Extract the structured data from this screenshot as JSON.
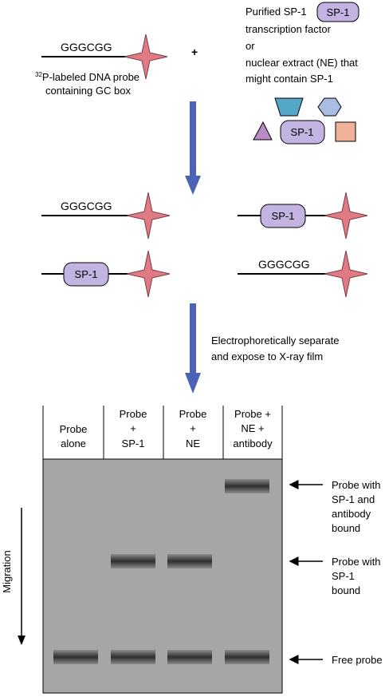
{
  "top": {
    "probe_sequence": "GGGCGG",
    "probe_caption_line1_sup": "32",
    "probe_caption_line1_rest": "P-labeled DNA probe",
    "probe_caption_line2": "containing GC box",
    "plus_sign": "+",
    "factor_text_line1": "Purified SP-1",
    "factor_badge": "SP-1",
    "factor_text_line2": "transcription factor",
    "factor_text_line3": "or",
    "factor_text_line4": "nuclear extract (NE) that",
    "factor_text_line5": "might contain SP-1",
    "extract_sp1_label": "SP-1"
  },
  "middle": {
    "left_free_sequence": "GGGCGG",
    "right_bound_label": "SP-1",
    "left_bound_label": "SP-1",
    "right_free_sequence": "GGGCGG"
  },
  "step_text": {
    "line1": "Electrophoretically separate",
    "line2": "and expose to X-ray film"
  },
  "gel": {
    "lanes": [
      {
        "lines": [
          "Probe",
          "alone"
        ]
      },
      {
        "lines": [
          "Probe",
          "+",
          "SP-1"
        ]
      },
      {
        "lines": [
          "Probe",
          "+",
          "NE"
        ]
      },
      {
        "lines": [
          "Probe +",
          "NE +",
          "antibody"
        ]
      }
    ],
    "band_rows": [
      {
        "lines": [
          "Probe with",
          "SP-1 and",
          "antibody",
          "bound"
        ],
        "present_in_lanes": [
          4
        ]
      },
      {
        "lines": [
          "Probe with",
          "SP-1",
          "bound"
        ],
        "present_in_lanes": [
          2,
          3
        ]
      },
      {
        "lines": [
          "Free probe"
        ],
        "present_in_lanes": [
          1,
          2,
          3,
          4
        ]
      }
    ],
    "migration_label": "Migration"
  },
  "colors": {
    "arrow_blue": "#4a63b5",
    "star_red": "#e07a85",
    "sp1_purple": "#c3b3e0",
    "triangle_purple": "#b98ac6",
    "trapezoid_blue": "#55a7c7",
    "hexagon_blue": "#a9bde3",
    "square_salmon": "#f0b39a",
    "gel_gray": "#a6a6a6",
    "band_dark": "#333333"
  }
}
